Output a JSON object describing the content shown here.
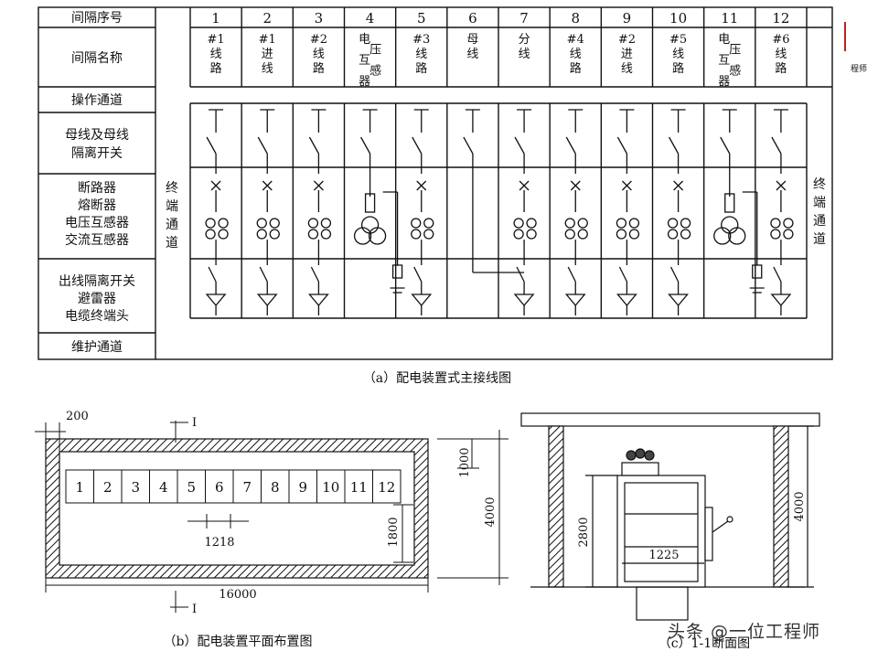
{
  "panel_a": {
    "row_labels": {
      "seq": "间隔序号",
      "name": "间隔名称",
      "op_aisle": "操作通道",
      "bus_line1": "母线及母线",
      "bus_line2": "隔离开关",
      "brk_line1": "断路器",
      "brk_line2": "熔断器",
      "brk_line3": "电压互感器",
      "brk_line4": "交流互感器",
      "out_line1": "出线隔离开关",
      "out_line2": "避雷器",
      "out_line3": "电缆终端头",
      "maint": "维护通道"
    },
    "end_aisle_left": "终端通道",
    "end_aisle_right": "终端通道",
    "bays": [
      {
        "no": "1",
        "name": [
          "#1",
          "线",
          "路"
        ]
      },
      {
        "no": "2",
        "name": [
          "#1",
          "进",
          "线"
        ]
      },
      {
        "no": "3",
        "name": [
          "#2",
          "线",
          "路"
        ]
      },
      {
        "no": "4",
        "name": [
          "电",
          "压",
          "互",
          "感",
          "器"
        ]
      },
      {
        "no": "5",
        "name": [
          "#3",
          "线",
          "路"
        ]
      },
      {
        "no": "6",
        "name": [
          "母",
          "线"
        ]
      },
      {
        "no": "7",
        "name": [
          "分",
          "线"
        ]
      },
      {
        "no": "8",
        "name": [
          "#4",
          "线",
          "路"
        ]
      },
      {
        "no": "9",
        "name": [
          "#2",
          "进",
          "线"
        ]
      },
      {
        "no": "10",
        "name": [
          "#5",
          "线",
          "路"
        ]
      },
      {
        "no": "11",
        "name": [
          "电",
          "压",
          "互",
          "感",
          "器"
        ]
      },
      {
        "no": "12",
        "name": [
          "#6",
          "线",
          "路"
        ]
      }
    ],
    "caption": "（a）配电装置式主接线图",
    "side_note": "程师"
  },
  "panel_b": {
    "cells": [
      "1",
      "2",
      "3",
      "4",
      "5",
      "6",
      "7",
      "8",
      "9",
      "10",
      "11",
      "12"
    ],
    "dims": {
      "wall": "200",
      "top_gap": "1000",
      "height": "4000",
      "row_depth": "1800",
      "cell_width": "1218",
      "length": "16000"
    },
    "section_marks": [
      "I",
      "I"
    ],
    "caption": "（b）配电装置平面布置图"
  },
  "panel_c": {
    "dims": {
      "height": "2800",
      "width": "1225",
      "room_height": "4000"
    },
    "caption": "（c）1-1断面图"
  },
  "watermark": "头条 @一位工程师"
}
